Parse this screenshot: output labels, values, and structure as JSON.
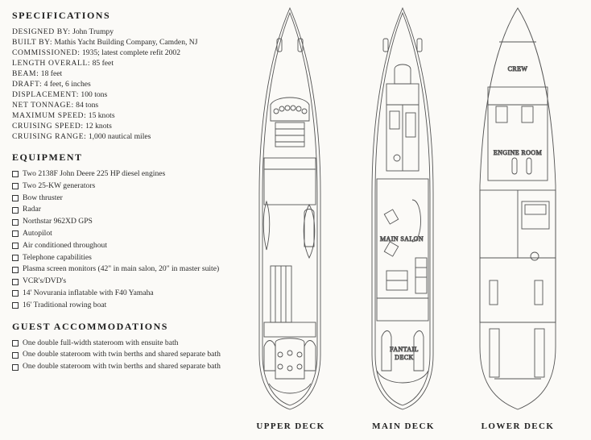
{
  "specifications": {
    "title": "SPECIFICATIONS",
    "items": [
      {
        "label": "DESIGNED BY:",
        "value": "John Trumpy"
      },
      {
        "label": "BUILT BY:",
        "value": "Mathis Yacht Building Company, Camden, NJ"
      },
      {
        "label": "COMMISSIONED:",
        "value": "1935; latest complete refit 2002"
      },
      {
        "label": "LENGTH OVERALL:",
        "value": "85 feet"
      },
      {
        "label": "BEAM:",
        "value": "18 feet"
      },
      {
        "label": "DRAFT:",
        "value": "4 feet, 6 inches"
      },
      {
        "label": "DISPLACEMENT:",
        "value": "100 tons"
      },
      {
        "label": "NET TONNAGE:",
        "value": "84 tons"
      },
      {
        "label": "MAXIMUM SPEED:",
        "value": "15 knots"
      },
      {
        "label": "CRUISING SPEED:",
        "value": "12 knots"
      },
      {
        "label": "CRUISING RANGE:",
        "value": "1,000 nautical miles"
      }
    ]
  },
  "equipment": {
    "title": "EQUIPMENT",
    "items": [
      "Two 2138F John Deere 225 HP diesel engines",
      "Two 25-KW generators",
      "Bow thruster",
      "Radar",
      "Northstar 962XD GPS",
      "Autopilot",
      "Air conditioned throughout",
      "Telephone capabilities",
      "Plasma screen monitors (42\" in main salon, 20\" in master suite)",
      "VCR's/DVD's",
      "14' Novurania inflatable with F40 Yamaha",
      "16' Traditional rowing boat"
    ]
  },
  "guest_accommodations": {
    "title": "GUEST ACCOMMODATIONS",
    "items": [
      "One double full-width stateroom with ensuite bath",
      "One double stateroom with twin berths and shared separate bath",
      "One double stateroom with twin berths and shared separate bath"
    ]
  },
  "decks": {
    "upper": {
      "title": "UPPER DECK"
    },
    "main": {
      "title": "MAIN DECK",
      "salon_label": "MAIN SALON",
      "fantail_label_1": "FANTAIL",
      "fantail_label_2": "DECK"
    },
    "lower": {
      "title": "LOWER DECK",
      "crew_label": "CREW",
      "engine_label": "ENGINE ROOM"
    }
  },
  "colors": {
    "background": "#fbfaf7",
    "ink": "#2a2a2a",
    "line": "#555555"
  }
}
